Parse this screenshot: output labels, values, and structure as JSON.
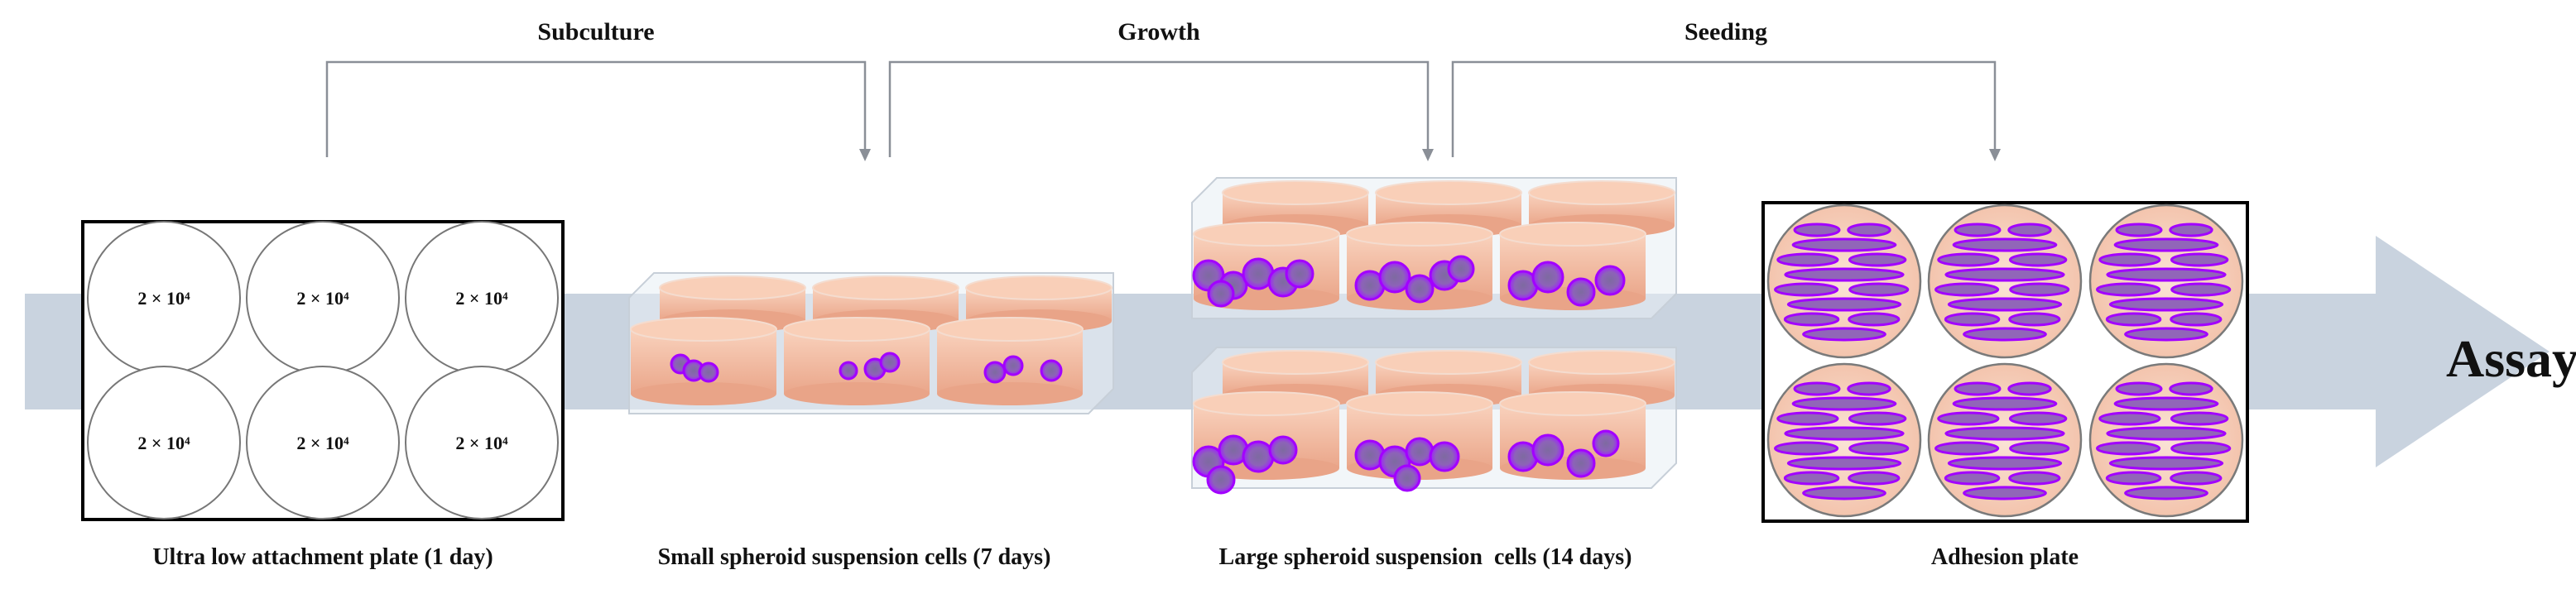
{
  "steps": [
    {
      "label": "Subculture"
    },
    {
      "label": "Growth"
    },
    {
      "label": "Seeding"
    }
  ],
  "assay_label": "Assay",
  "plates": {
    "ultra_low": {
      "caption": "Ultra low attachment plate (1 day)",
      "wells": [
        "2 × 10⁴",
        "2 × 10⁴",
        "2 × 10⁴",
        "2 × 10⁴",
        "2 × 10⁴",
        "2 × 10⁴"
      ]
    },
    "small_spheroid": {
      "caption": "Small spheroid suspension cells (7 days)"
    },
    "large_spheroid": {
      "caption": "Large spheroid suspension  cells (14 days)"
    },
    "adhesion": {
      "caption": "Adhesion plate"
    }
  },
  "colors": {
    "arrow": "#c9d3df",
    "bracket": "#8a8f97",
    "dish_light": "#f8c8b0",
    "dish_dark": "#e9a488",
    "cell_fill": "#9b5fc6",
    "cell_edge": "#a200ff",
    "adhesion_bg": "#f8d8c8"
  }
}
